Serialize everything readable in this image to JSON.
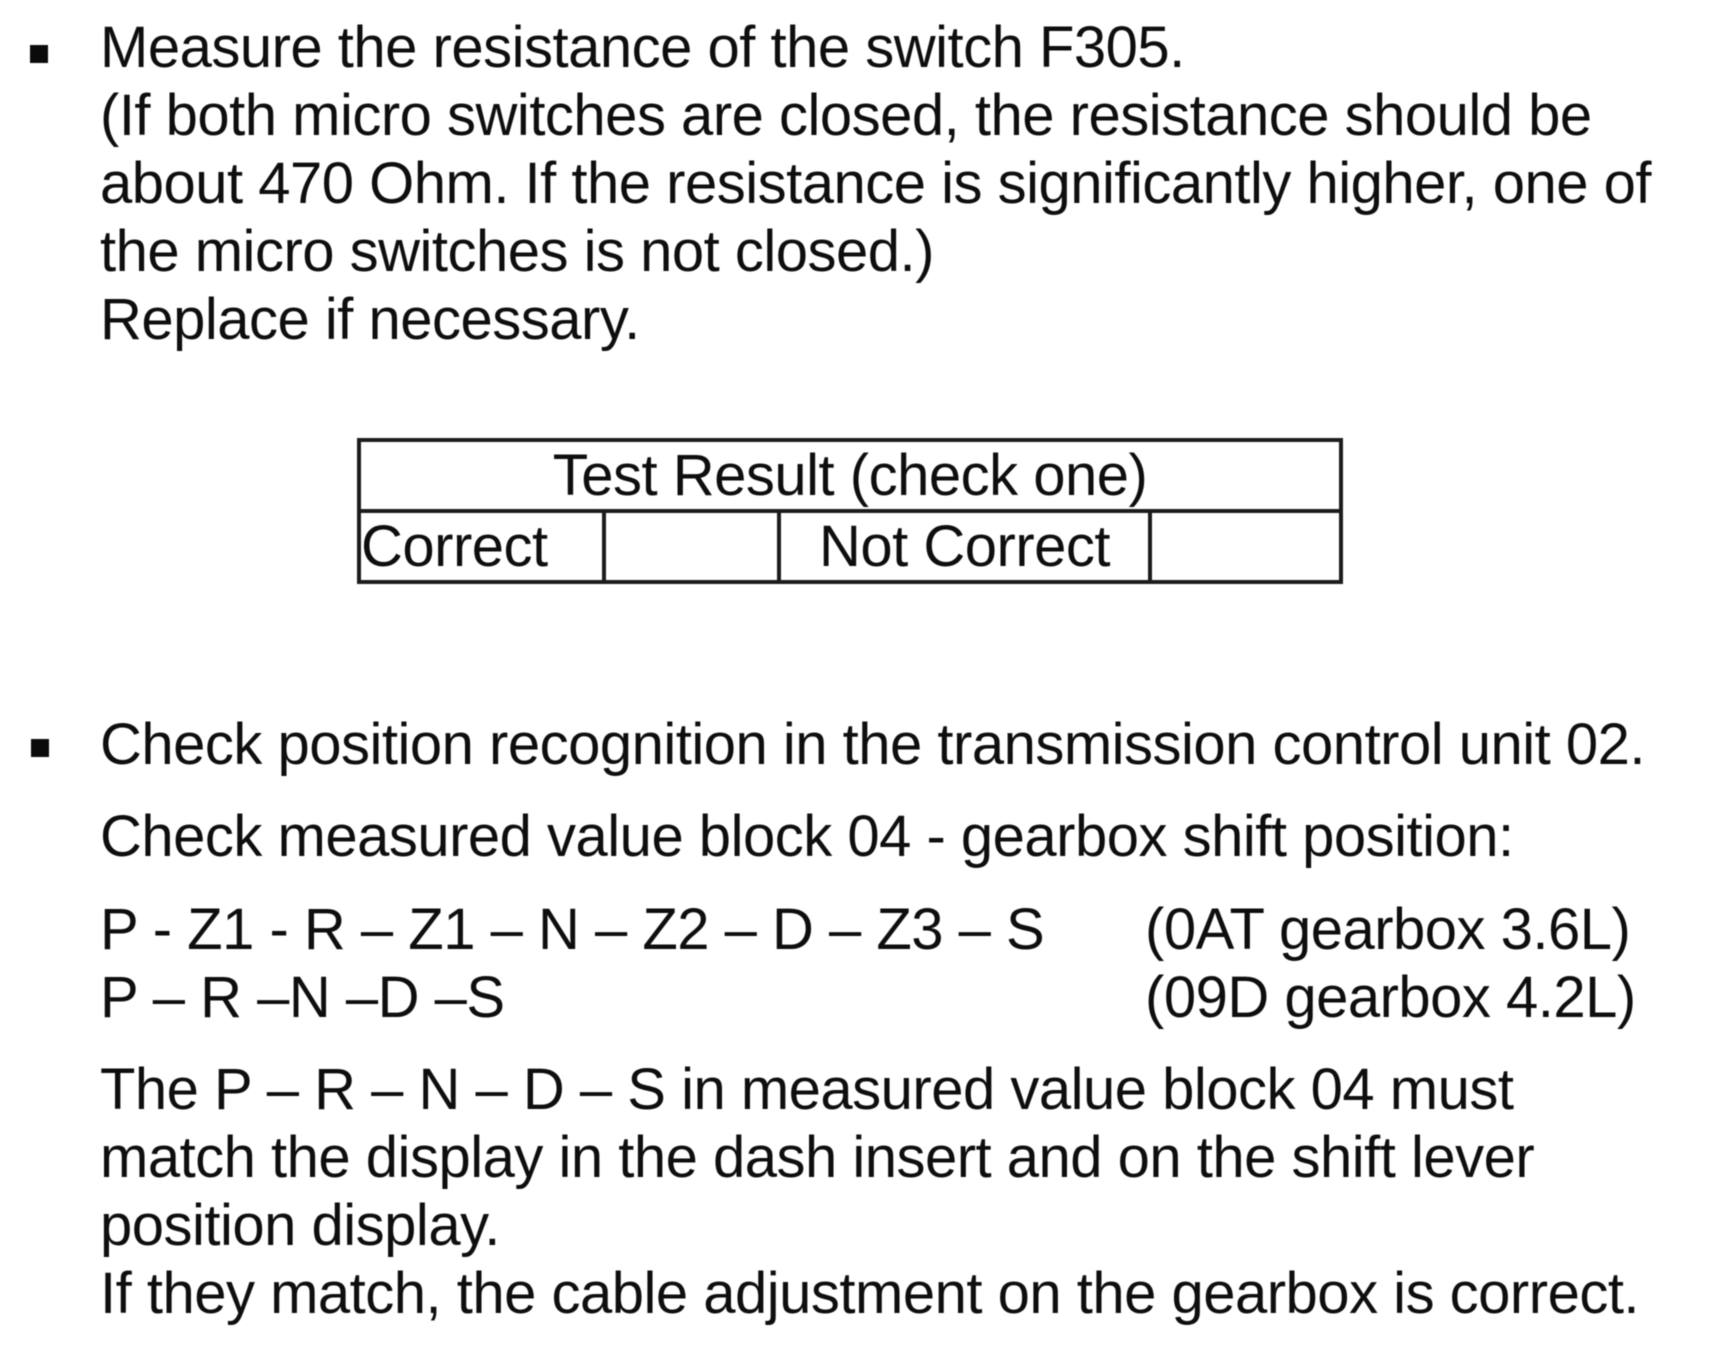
{
  "page": {
    "background": "#ffffff",
    "text_color": "#0e0e0e",
    "border_color": "#1c1c1c"
  },
  "section1": {
    "bullet_icon": "black-square-bullet",
    "lines": [
      "Measure the resistance of the switch F305.",
      "(If both micro switches are closed, the resistance should be",
      "about 470 Ohm. If the resistance is significantly higher, one of",
      "the micro switches is not closed.)",
      "Replace if necessary."
    ]
  },
  "table": {
    "header": "Test Result (check one)",
    "correct_label": "Correct",
    "correct_value": "",
    "not_correct_label": "Not Correct",
    "not_correct_value": ""
  },
  "section2": {
    "bullet_icon": "black-square-bullet",
    "line1": "Check position recognition in the transmission control unit 02.",
    "line2": "Check measured value block 04 - gearbox shift position:",
    "gear_rows": [
      {
        "sequence": "P - Z1 - R – Z1 – N – Z2 – D – Z3 – S",
        "gearbox": "(0AT gearbox 3.6L)"
      },
      {
        "sequence": "P – R –N –D –S",
        "gearbox": "(09D gearbox 4.2L)"
      }
    ],
    "para_lines": [
      "The P – R – N – D – S in measured value block 04 must",
      "match the display in the dash insert and on the shift lever",
      "position display.",
      "If they match, the cable adjustment on the gearbox is correct."
    ]
  }
}
